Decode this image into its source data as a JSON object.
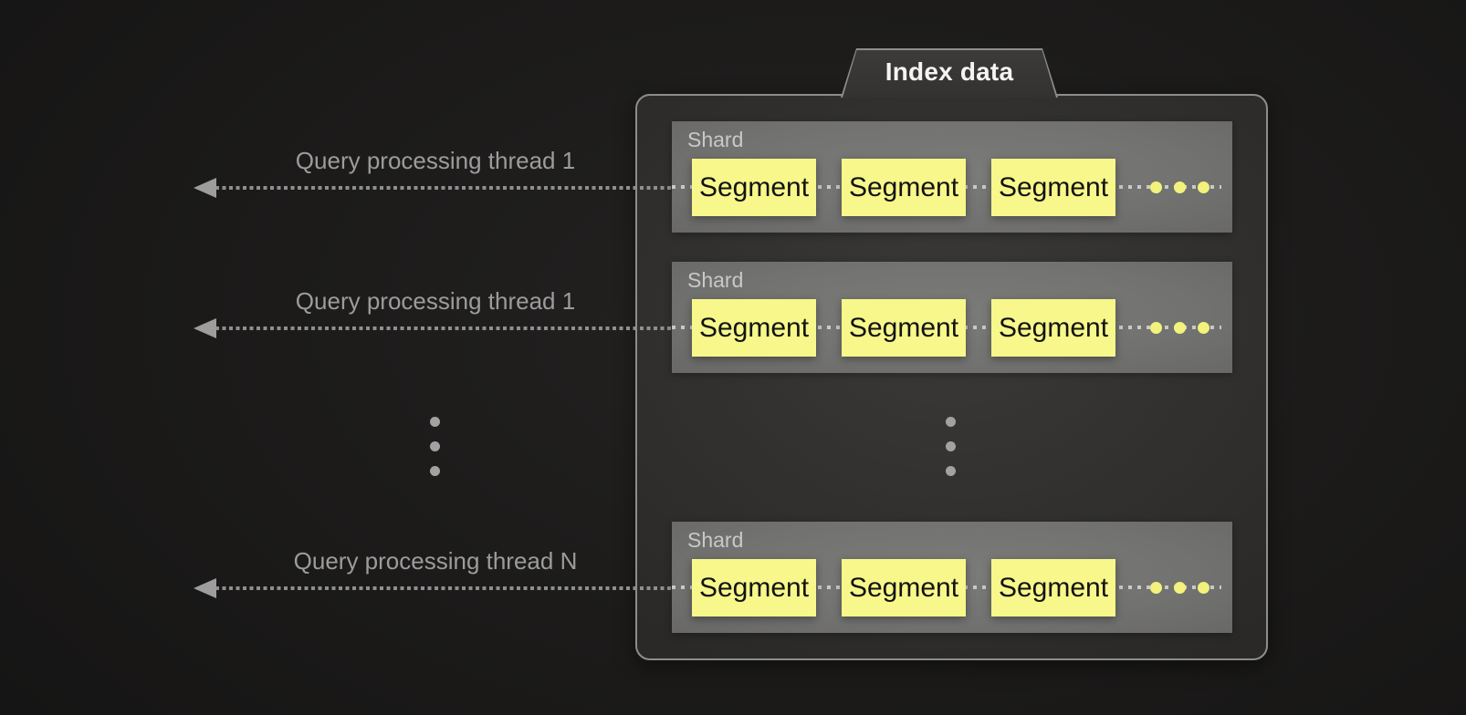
{
  "index": {
    "title": "Index data",
    "shards": [
      {
        "label": "Shard",
        "segments": [
          "Segment",
          "Segment",
          "Segment"
        ]
      },
      {
        "label": "Shard",
        "segments": [
          "Segment",
          "Segment",
          "Segment"
        ]
      },
      {
        "label": "Shard",
        "segments": [
          "Segment",
          "Segment",
          "Segment"
        ]
      }
    ]
  },
  "threads": [
    {
      "label": "Query processing thread 1"
    },
    {
      "label": "Query processing thread 1"
    },
    {
      "label": "Query processing thread N"
    }
  ],
  "icons": {
    "arrow": "dotted-arrow-left",
    "more_segments": "horizontal-ellipsis-yellow-dots",
    "more_shards": "vertical-ellipsis-gray-dots"
  },
  "colors": {
    "bg-inner": "#232221",
    "bg-mid": "#1b1a19",
    "bg-outer": "#151414",
    "container-border": "#8d8d8d",
    "container-fill-light": "#3a3937",
    "container-fill": "#302f2d",
    "container-fill-dark": "#2a2927",
    "tab-fill-light": "#3d3b39",
    "tab-fill": "#343231",
    "title-text": "#f4f4f4",
    "shard-fill-light": "#7b7b79",
    "shard-fill": "#727270",
    "shard-fill-dark": "#686866",
    "shard-label": "#c9c9c9",
    "segment-fill": "#f7f78b",
    "segment-text": "#131313",
    "dot-yellow": "#f2f27c",
    "line-gray": "#8f8f8f",
    "line-light": "#c9c9c9",
    "arrow-gray": "#9d9d9d",
    "label-gray": "#9c9c9c",
    "ellipsis-gray": "#a2a2a2"
  }
}
